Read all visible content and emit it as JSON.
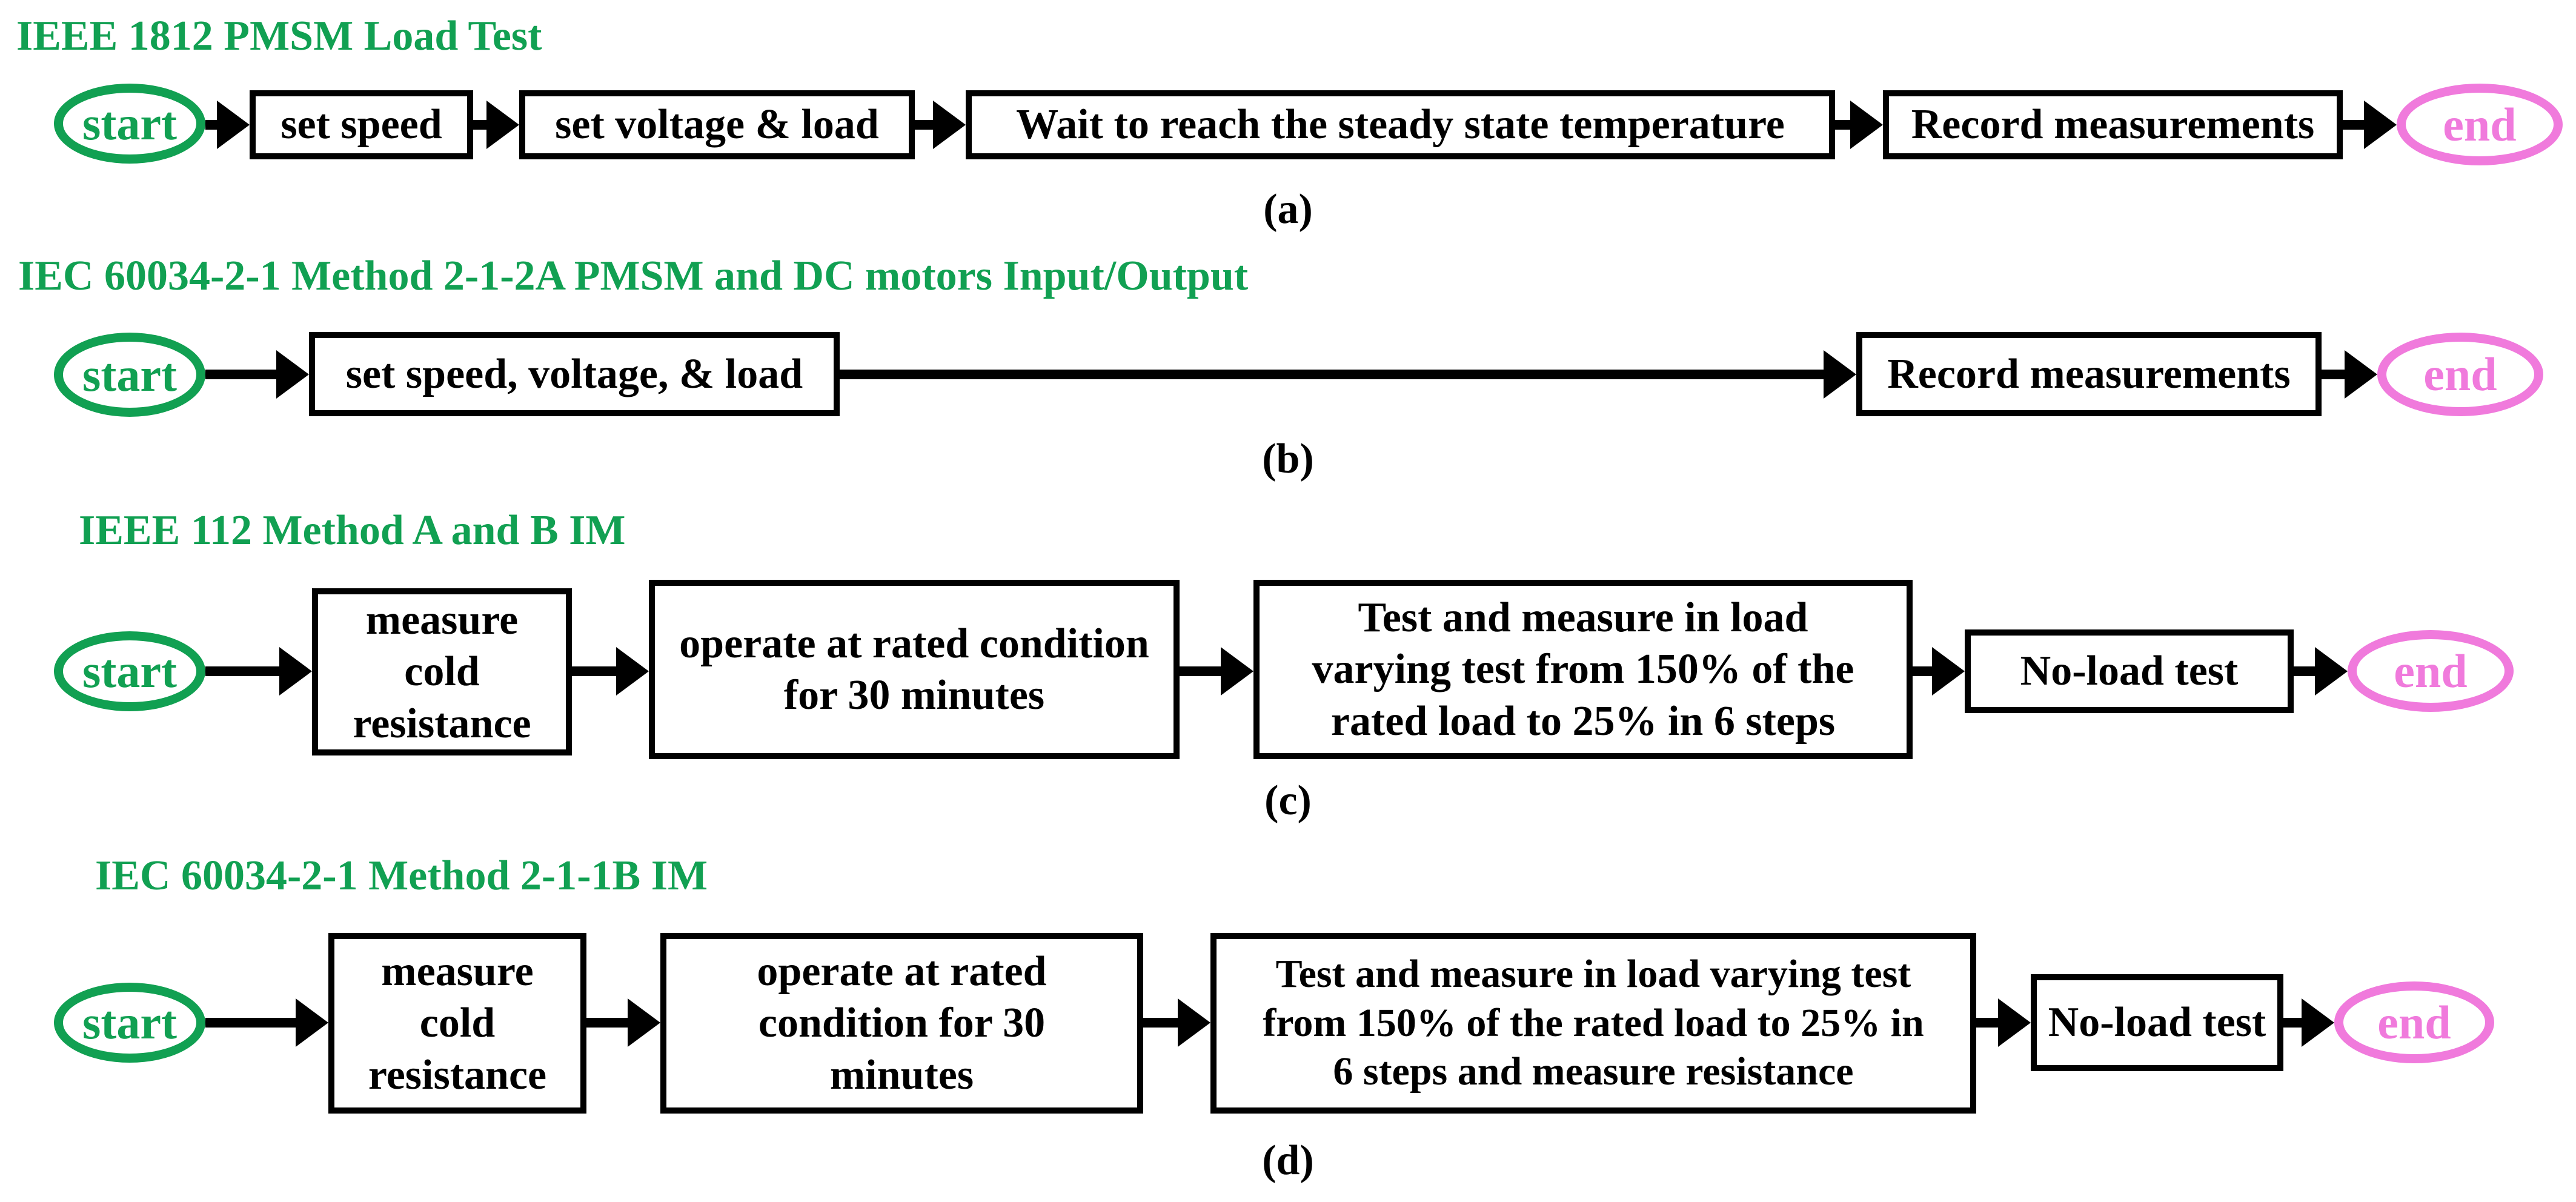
{
  "colors": {
    "title_and_start_green": "#11A052",
    "end_pink": "#F07ADC",
    "box_border_black": "#000000",
    "background_white": "#FFFFFF"
  },
  "flows": [
    {
      "caption": "(a)",
      "title": "IEEE 1812 PMSM Load Test",
      "start_label": "start",
      "end_label": "end",
      "steps": [
        "set speed",
        "set voltage & load",
        "Wait to reach the steady state temperature",
        "Record measurements"
      ]
    },
    {
      "caption": "(b)",
      "title": "IEC 60034-2-1 Method 2-1-2A PMSM and DC motors Input/Output",
      "start_label": "start",
      "end_label": "end",
      "steps": [
        "set speed, voltage, & load",
        "Record measurements"
      ]
    },
    {
      "caption": "(c)",
      "title": "IEEE 112 Method A and B IM",
      "start_label": "start",
      "end_label": "end",
      "steps": [
        "measure\ncold\nresistance",
        "operate at rated condition\nfor 30 minutes",
        "Test and measure in load\nvarying test from 150% of the\nrated load to 25% in 6 steps",
        "No-load test"
      ]
    },
    {
      "caption": "(d)",
      "title": "IEC 60034-2-1 Method 2-1-1B IM",
      "start_label": "start",
      "end_label": "end",
      "steps": [
        "measure\ncold\nresistance",
        "operate at rated\ncondition for 30\nminutes",
        "Test and measure in load varying test\nfrom 150% of the rated load to 25% in\n6 steps and measure resistance",
        "No-load test"
      ]
    }
  ]
}
